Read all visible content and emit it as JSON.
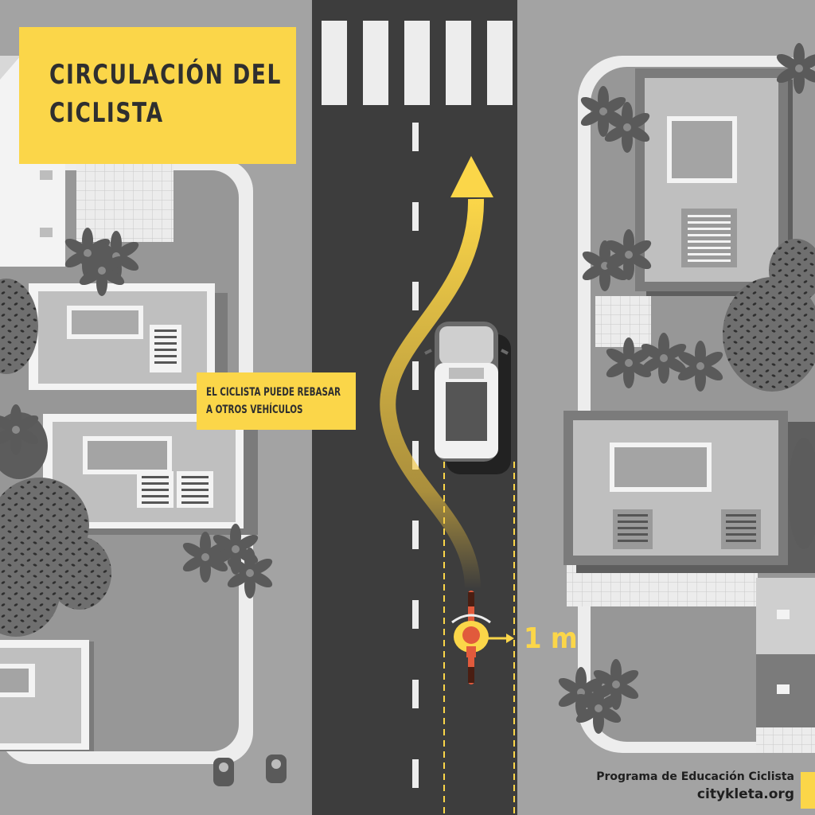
{
  "title": {
    "line1": "CIRCULACIÓN DEL",
    "line2": "CICLISTA"
  },
  "note": {
    "line1": "EL CICLISTA PUEDE REBASAR",
    "line2": "A OTROS VEHÍCULOS"
  },
  "distance_label": "1 m",
  "footer": {
    "program": "Programa de Educación Ciclista",
    "site": "citykleta.org"
  },
  "colors": {
    "accent": "#fbd649",
    "road": "#3d3d3d",
    "background": "#a3a3a3"
  },
  "icons": [
    "crosswalk-icon",
    "arrow-up-icon",
    "car-icon",
    "cyclist-icon",
    "tree-icon"
  ]
}
